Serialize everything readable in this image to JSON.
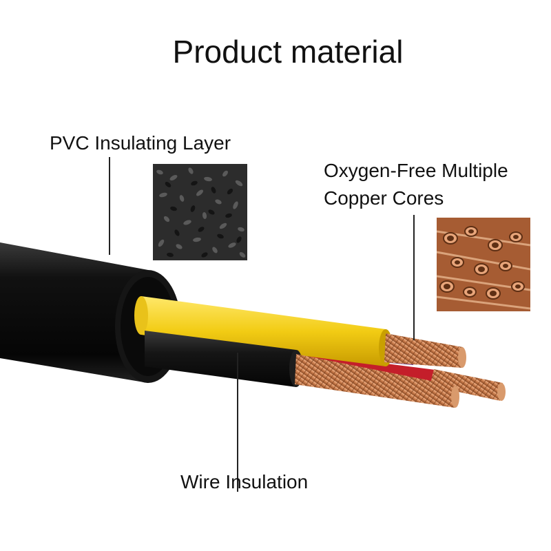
{
  "title": "Product material",
  "labels": {
    "pvc_layer": "PVC Insulating Layer",
    "copper_line1": "Oxygen-Free Multiple",
    "copper_line2": "Copper Cores",
    "wire_insulation": "Wire Insulation"
  },
  "colors": {
    "outer_jacket": "#0d0d0d",
    "yellow_core": "#f3d21c",
    "black_core": "#141414",
    "copper": "#c77a4a",
    "red_sheath": "#c41e2a"
  }
}
